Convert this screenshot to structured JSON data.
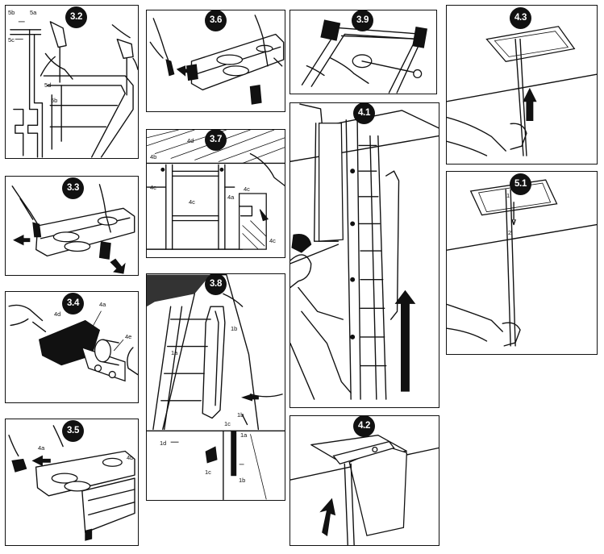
{
  "steps": {
    "s3_2": {
      "number": "3.2",
      "parts": {
        "p5b": "5b",
        "p5a": "5a",
        "p5c": "5c",
        "p5d": "5d",
        "p5b_lower": "5b"
      }
    },
    "s3_3": {
      "number": "3.3"
    },
    "s3_4": {
      "number": "3.4",
      "parts": {
        "p4d": "4d",
        "p4a": "4a",
        "p4e": "4e"
      }
    },
    "s3_5": {
      "number": "3.5",
      "parts": {
        "p4a": "4a",
        "p4b": "4b"
      }
    },
    "s3_6": {
      "number": "3.6"
    },
    "s3_7": {
      "number": "3.7",
      "parts": {
        "p4b": "4b",
        "p4d": "4d",
        "p4c_left": "4c",
        "p4c_mid": "4c",
        "p4a": "4a",
        "p4c_right": "4c",
        "p4c_low": "4c"
      }
    },
    "s3_8": {
      "number": "3.8",
      "parts": {
        "p1b_top": "1b",
        "p1a": "1a",
        "p1b_mid": "1b",
        "p1c": "1c",
        "p1a_low": "1a",
        "p1d": "1d",
        "p1c_low": "1c",
        "p1b_low": "1b"
      }
    },
    "s3_9": {
      "number": "3.9"
    },
    "s4_1": {
      "number": "4.1"
    },
    "s4_2": {
      "number": "4.2"
    },
    "s4_3": {
      "number": "4.3"
    },
    "s5_1": {
      "number": "5.1",
      "marks": {
        "m1": "1",
        "m2": "2"
      }
    }
  }
}
